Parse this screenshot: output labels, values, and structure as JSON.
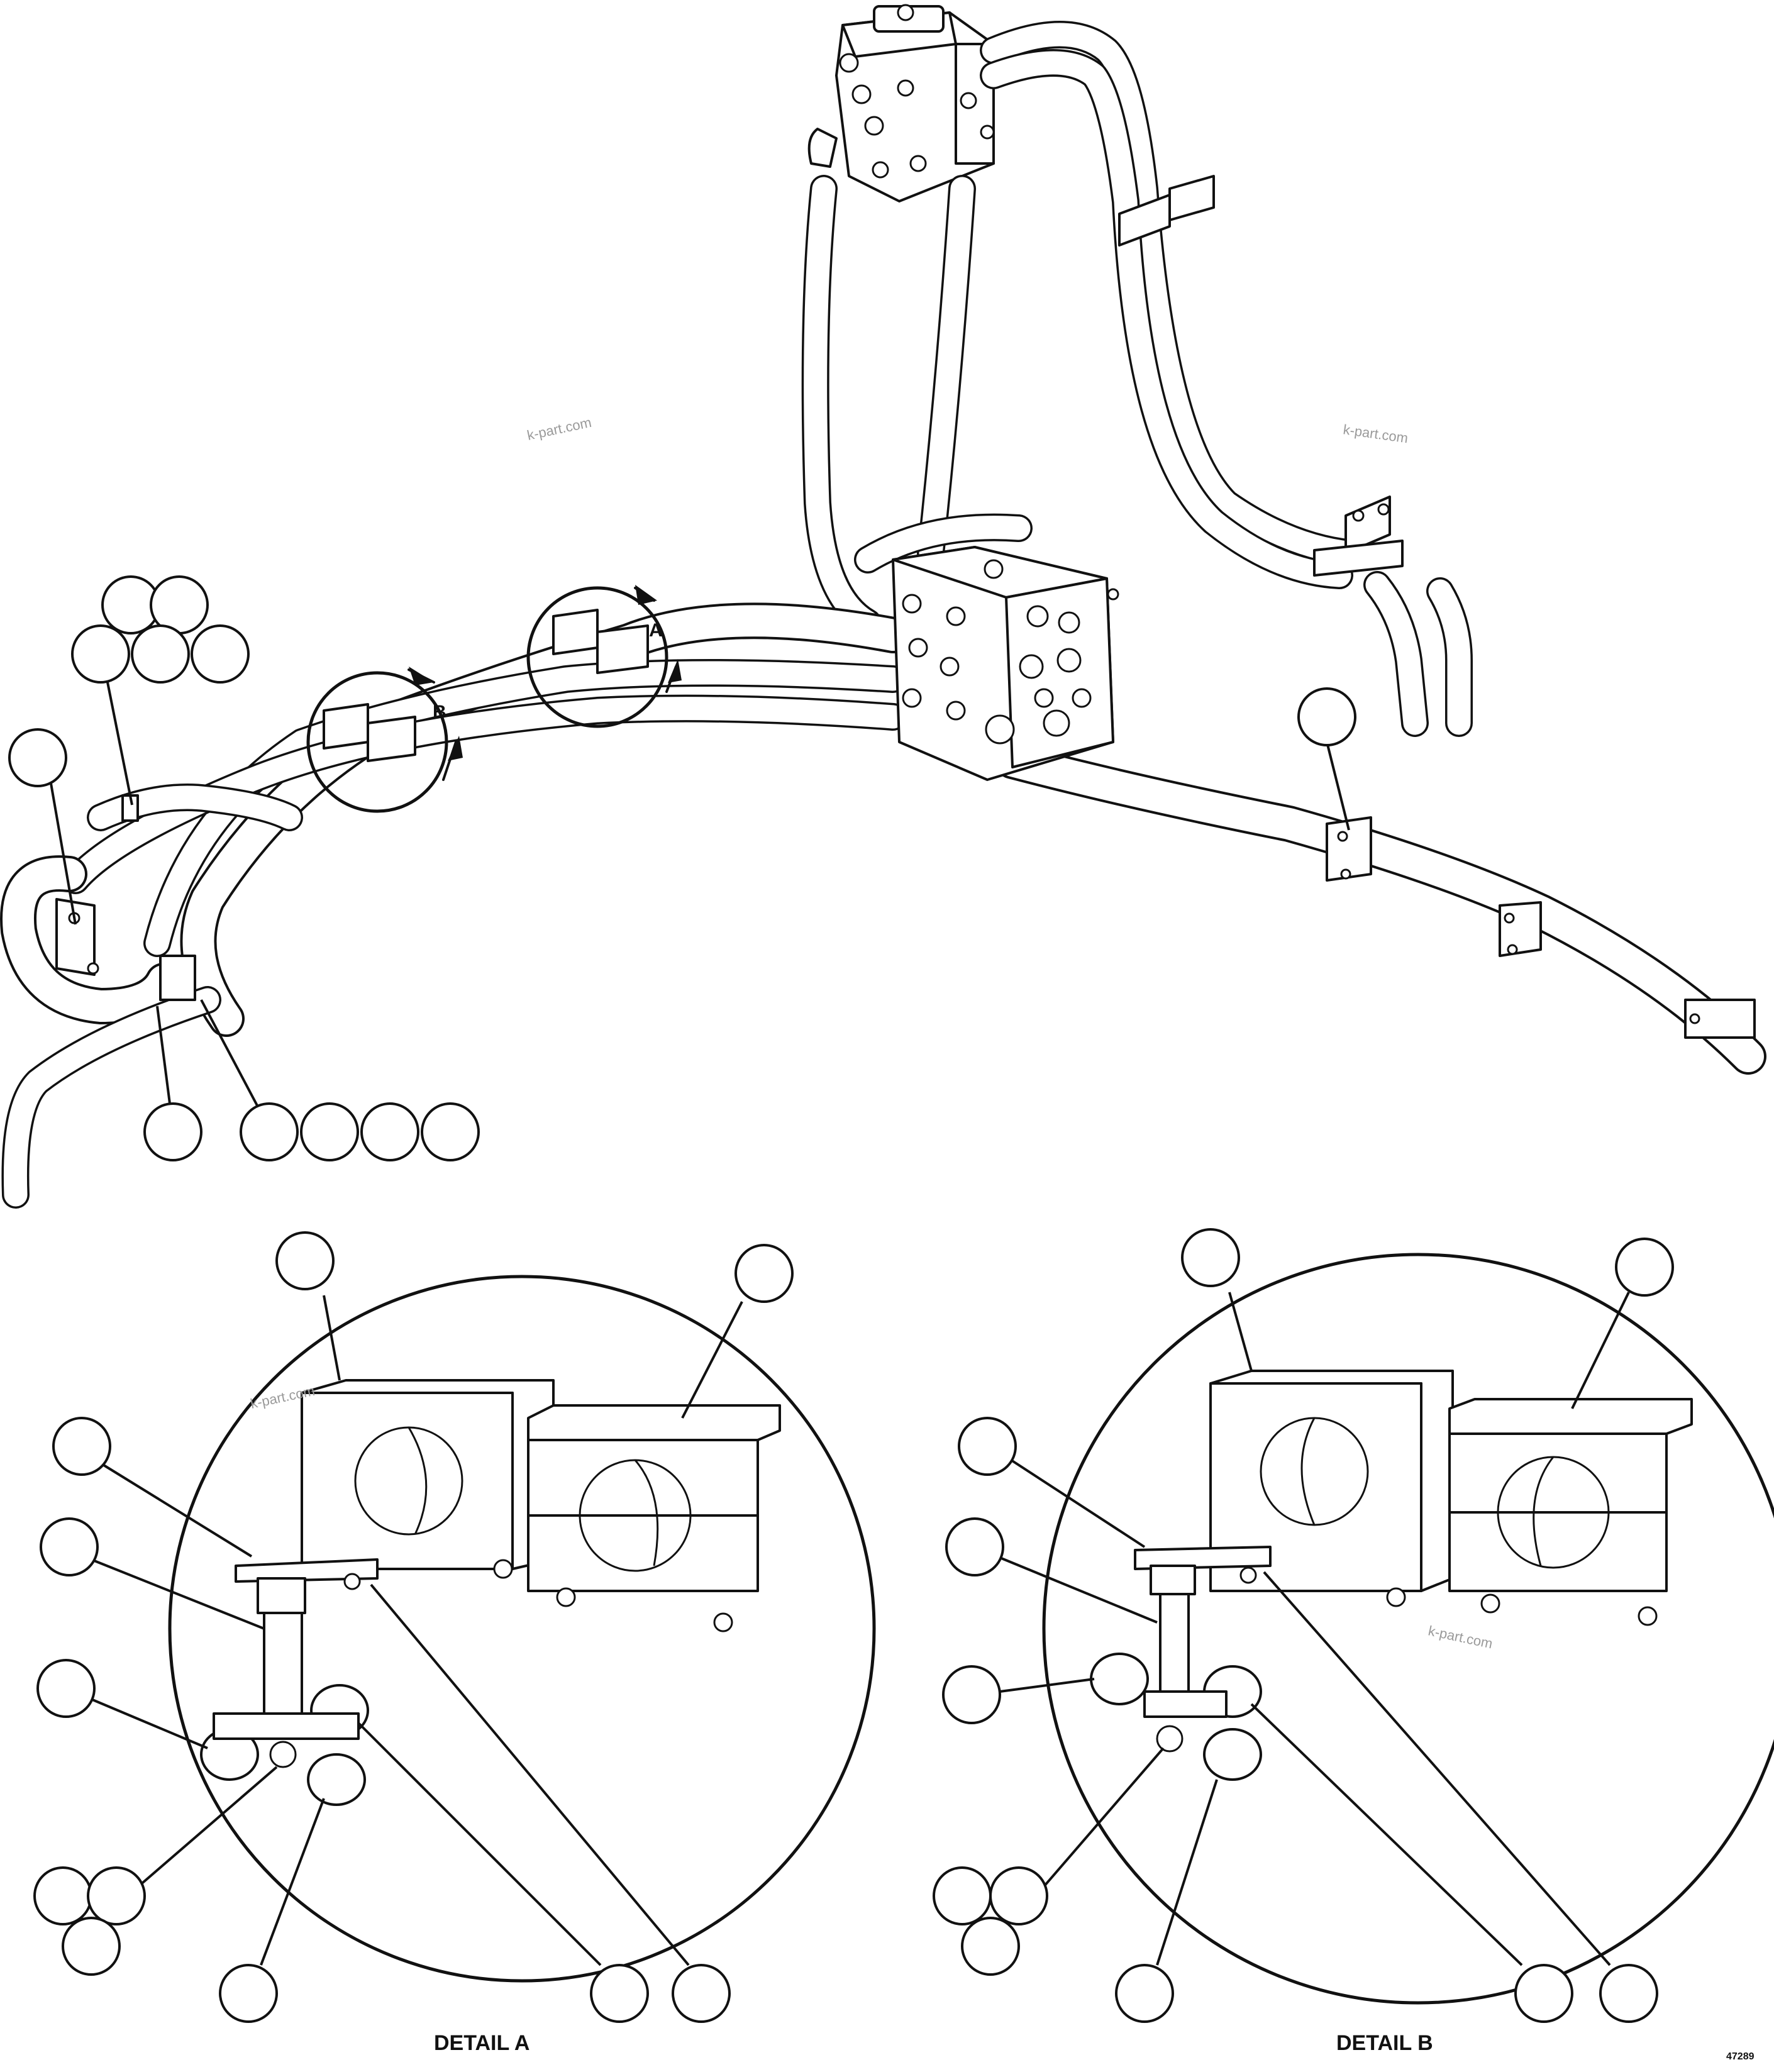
{
  "letters": {
    "a": "A",
    "b": "B"
  },
  "details": {
    "a": "DETAIL A",
    "b": "DETAIL B"
  },
  "watermark": "k-part.com",
  "drawing_number": "47289"
}
